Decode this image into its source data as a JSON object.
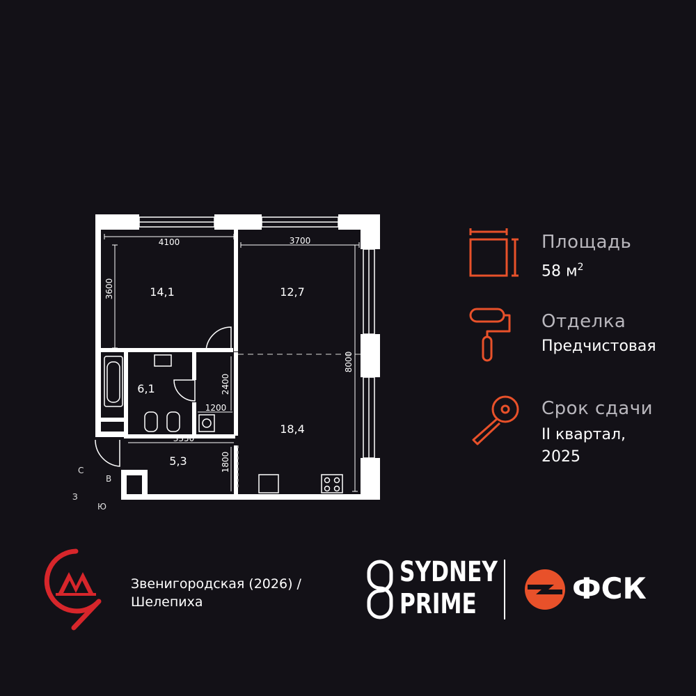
{
  "plan": {
    "rooms": [
      {
        "id": "room-1",
        "area": "14,1"
      },
      {
        "id": "room-2",
        "area": "12,7"
      },
      {
        "id": "bathroom",
        "area": "6,1"
      },
      {
        "id": "living-kitchen",
        "area": "18,4"
      },
      {
        "id": "hallway",
        "area": "5,3"
      }
    ],
    "dimensions": {
      "d4100": "4100",
      "d3700": "3700",
      "d3600": "3600",
      "d8000": "8000",
      "d2400": "2400",
      "d1200": "1200",
      "d3350": "3350",
      "d1800": "1800"
    },
    "compass": {
      "north": "С",
      "east": "В",
      "west": "З",
      "south": "Ю"
    }
  },
  "info": {
    "area": {
      "title": "Площадь",
      "value": "58 м",
      "sup": "2"
    },
    "finish": {
      "title": "Отделка",
      "value": "Предчистовая"
    },
    "delivery": {
      "title": "Срок сдачи",
      "line1": "II квартал,",
      "line2": "2025"
    }
  },
  "metro": {
    "line1": "Звенигородская (2026) /",
    "line2": "Шелепиха"
  },
  "brand": {
    "line1": "SYDNEY",
    "line2": "PRIME",
    "developer": "ФСК"
  },
  "colors": {
    "accent": "#e8512a",
    "metro": "#d7262b",
    "background": "#131117"
  },
  "icons": [
    "area-icon",
    "paint-roller-icon",
    "key-icon",
    "metro-icon",
    "sydney-prime-logo-icon",
    "fsk-logo-icon"
  ]
}
